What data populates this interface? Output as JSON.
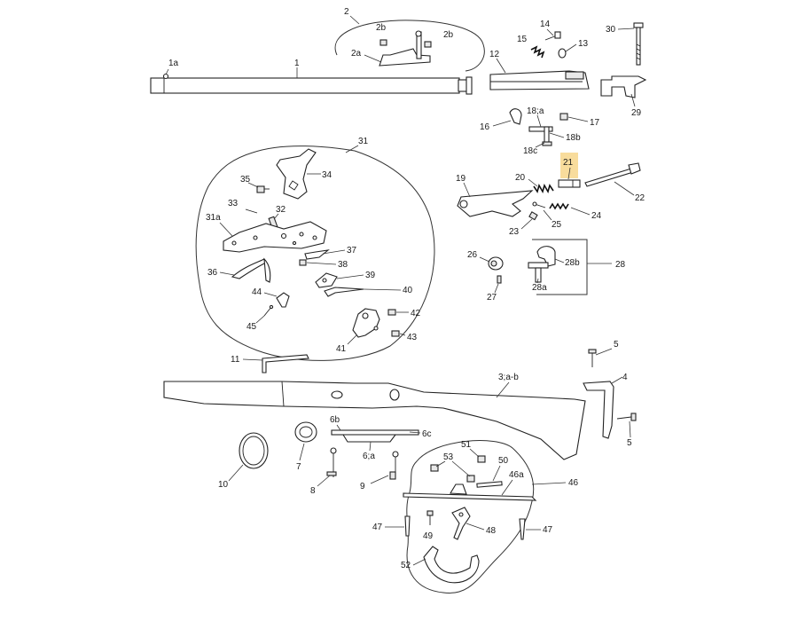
{
  "highlight": {
    "color": "#f8dc9c",
    "label": "21"
  },
  "labels": {
    "l1": "1",
    "l1a": "1a",
    "l2": "2",
    "l2a": "2a",
    "l2b_left": "2b",
    "l2b_right": "2b",
    "l3": "3;a-b",
    "l4": "4",
    "l5_top": "5",
    "l5_bottom": "5",
    "l6a": "6;a",
    "l6b": "6b",
    "l6c": "6c",
    "l7": "7",
    "l8": "8",
    "l9": "9",
    "l10": "10",
    "l11": "11",
    "l12": "12",
    "l13": "13",
    "l14": "14",
    "l15": "15",
    "l16": "16",
    "l17": "17",
    "l18a": "18;a",
    "l18b": "18b",
    "l18c": "18c",
    "l19": "19",
    "l20": "20",
    "l21": "21",
    "l22": "22",
    "l23": "23",
    "l24": "24",
    "l25": "25",
    "l26": "26",
    "l27": "27",
    "l28": "28",
    "l28a": "28a",
    "l28b": "28b",
    "l29": "29",
    "l30": "30",
    "l31": "31",
    "l31a": "31a",
    "l32": "32",
    "l33": "33",
    "l34": "34",
    "l35": "35",
    "l36": "36",
    "l37": "37",
    "l38": "38",
    "l39": "39",
    "l40": "40",
    "l41": "41",
    "l42": "42",
    "l43": "43",
    "l44": "44",
    "l45": "45",
    "l46": "46",
    "l46a": "46a",
    "l47_left": "47",
    "l47_right": "47",
    "l48": "48",
    "l49": "49",
    "l50": "50",
    "l51": "51",
    "l52": "52",
    "l53": "53"
  }
}
